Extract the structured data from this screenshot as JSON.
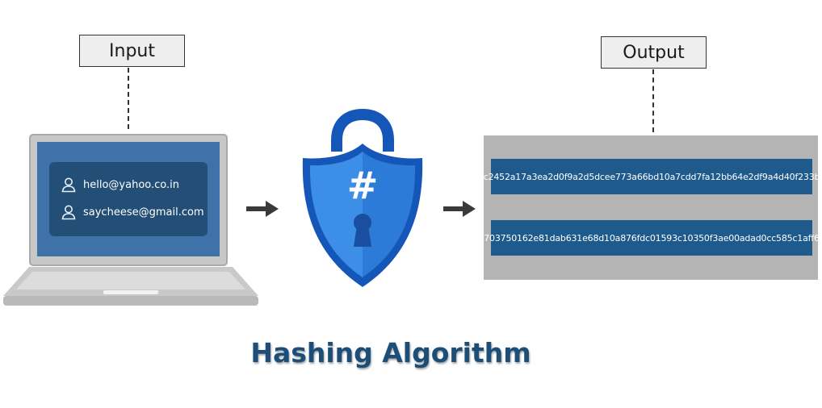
{
  "labels": {
    "input": "Input",
    "output": "Output"
  },
  "laptop": {
    "credentials": [
      {
        "icon": "user-icon",
        "text": "hello@yahoo.co.in"
      },
      {
        "icon": "user-icon",
        "text": "saycheese@gmail.com"
      }
    ]
  },
  "shield": {
    "icon": "padlock-shield-icon",
    "symbol": "#",
    "colors": {
      "light": "#3d8ee6",
      "dark": "#1f6fd1",
      "border": "#1557b8"
    }
  },
  "output": {
    "hashes": [
      "c2452a17a3ea2d0f9a2d5dcee773a66bd10a7cdd7fa12bb64e2df9a4d40f233b",
      "703750162e81dab631e68d10a876fdc01593c10350f3ae00adad0cc585c1aff6"
    ]
  },
  "title": "Hashing Algorithm",
  "colors": {
    "title": "#1d4e77",
    "hash_bar": "#1f5a8c",
    "panel": "#b4b4b4",
    "screen": "#3f72a9",
    "card": "#234f77"
  }
}
